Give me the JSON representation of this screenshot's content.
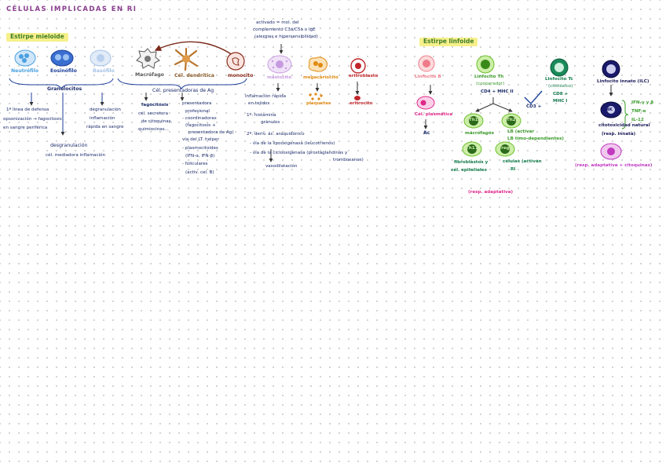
{
  "title": "CÉLULAS IMPLICADAS EN RI",
  "mieloide": {
    "header": "Estirpe mieloide",
    "neutrofilo": "Neutrófilo",
    "eosinofilo": "Eosinófilo",
    "basofilo": "Basófilo",
    "granulocitos": "Granulocitos",
    "n1": "1ª línea de defensa",
    "n2": "opsonización → fagocitosis",
    "n3": "en sangre periférica",
    "b1": "degranulación",
    "b2": "inflamación",
    "b3": "rápida en sangre",
    "d1": "desgranulación",
    "d2": "cél. mediadora inflamación",
    "macrofago": "Macrófago",
    "dendritica": "Cél. dendrítica",
    "monocito": "monocito",
    "m1": "fagocitosis",
    "m2": "cél. secretora",
    "m3": "de citoquinas,",
    "m4": "quimiocinas...",
    "p0": "Cél. presentadoras de Ag",
    "p1": "presentadora",
    "p2": "profesional",
    "p3": "- coordinadoras",
    "p4": "(fagocitosis +",
    "p5": "presentadora de Ag)",
    "p6": "vía del LT. helper",
    "p7": "- plasmocitoides",
    "p8": "(IFN-α, IFN-β)",
    "p9": "- foliculares",
    "p10": "(activ. cel. B)",
    "act1": "activado = mol. del",
    "act2": "complemento C3a/C5a o IgE",
    "act3": "(alergias e hipersensibilidad)",
    "mastocito": "mastocito",
    "megacariocito": "megacariocito",
    "eritroblasto": "eritroblasto",
    "plaquetas": "plaquetas",
    "eritrocito": "eritrocito",
    "i1": "inflamación rápida",
    "i2": "en tejidos",
    "i3": "1º: histamina",
    "i4": "gránulos",
    "i5": "2º: deriv. ác. araquidónico",
    "i6": "- vía de la lipooxigenasa (leucotrienos)",
    "i7": "- vía de la ciclooxigenasa (prostaglandinas y",
    "i8": "tromboxanos)",
    "i9": "vasodilatación"
  },
  "linfoide": {
    "header": "Estirpe linfoide",
    "linfoB": "Linfocito B",
    "plasmatica": "Cél. plasmática",
    "ac": "Ac",
    "linfoTh": "Linfocito Th",
    "coop": "(cooperador)",
    "cd4": "CD4 + MHC II",
    "th1": "Th1",
    "th2": "Th2",
    "th17": "Th17",
    "treg": "Treg",
    "macrofagos": "macrófagos",
    "lb_activar": "LB (activar",
    "lb_timo": "LB timo-dependientes)",
    "fibro1": "fibroblastos y",
    "fibro2": "cél. epiteliales",
    "cel_ri1": "células (activan",
    "cel_ri2": "RI",
    "cd3": "CD3 +",
    "tc": "Linfocito Tc",
    "citot": "(citotóxico)",
    "cd8": "CD8 +",
    "mhc1": "MHC I",
    "nk": "Linfocito innato (ILC)",
    "nk_cell": "NK",
    "ifn1": "IFN-γ y β",
    "ifn2": "TNF-α",
    "ifn3": "IL-12",
    "citotox": "citotoxicidad natural",
    "resp": "(resp. innata)",
    "adapt": "(resp. adaptativa)",
    "adapt2": "(resp. adaptativa + citoquinas)"
  }
}
